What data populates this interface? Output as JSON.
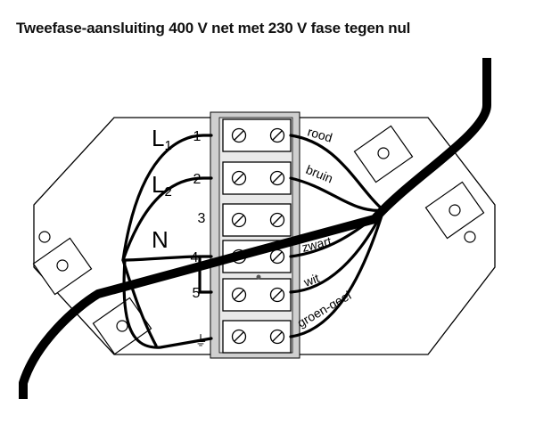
{
  "title": "Tweefase-aansluiting 400 V net met 230 V fase tegen nul",
  "phase_labels": {
    "l1": "L",
    "l1_sub": "1",
    "l2": "L",
    "l2_sub": "2",
    "n": "N"
  },
  "terminals": [
    "1",
    "2",
    "3",
    "4",
    "5"
  ],
  "earth_symbol": "⏚",
  "wire_labels": [
    "rood",
    "bruin",
    "zwart",
    "wit",
    "groen-geel"
  ]
}
